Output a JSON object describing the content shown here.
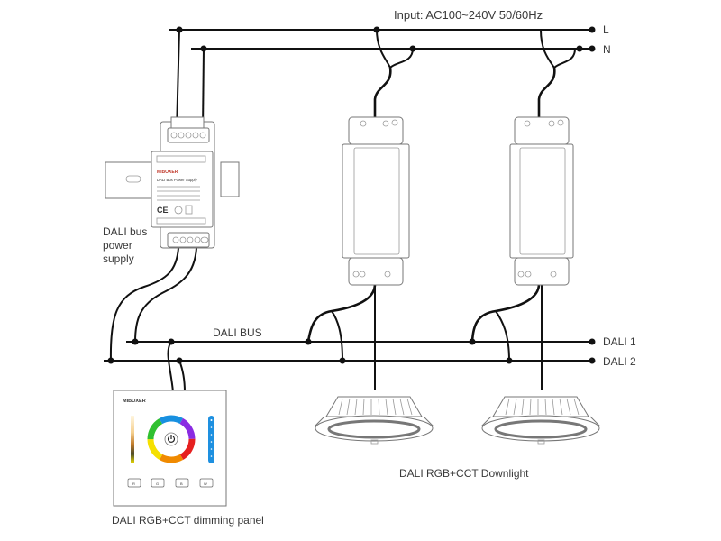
{
  "power_input": {
    "label": "Input: AC100~240V  50/60Hz",
    "line_L": "L",
    "line_N": "N"
  },
  "bus": {
    "label": "DALI BUS",
    "line_1": "DALI 1",
    "line_2": "DALI 2"
  },
  "power_supply": {
    "label_lines": [
      "DALI bus",
      "power",
      "supply"
    ],
    "brand": "MiBOXER",
    "title": "DALI Bus Power Supply",
    "cert_ce": "CE"
  },
  "dimming_panel": {
    "label": "DALI RGB+CCT dimming panel",
    "brand": "MiBOXER",
    "buttons": [
      "R",
      "G",
      "B",
      "W"
    ]
  },
  "downlight": {
    "label": "DALI RGB+CCT Downlight",
    "count": 2
  },
  "colors": {
    "wire": "#111111",
    "text": "#3a3a3a",
    "device_outline": "#777777",
    "slider_blue": "#1e90e0"
  }
}
